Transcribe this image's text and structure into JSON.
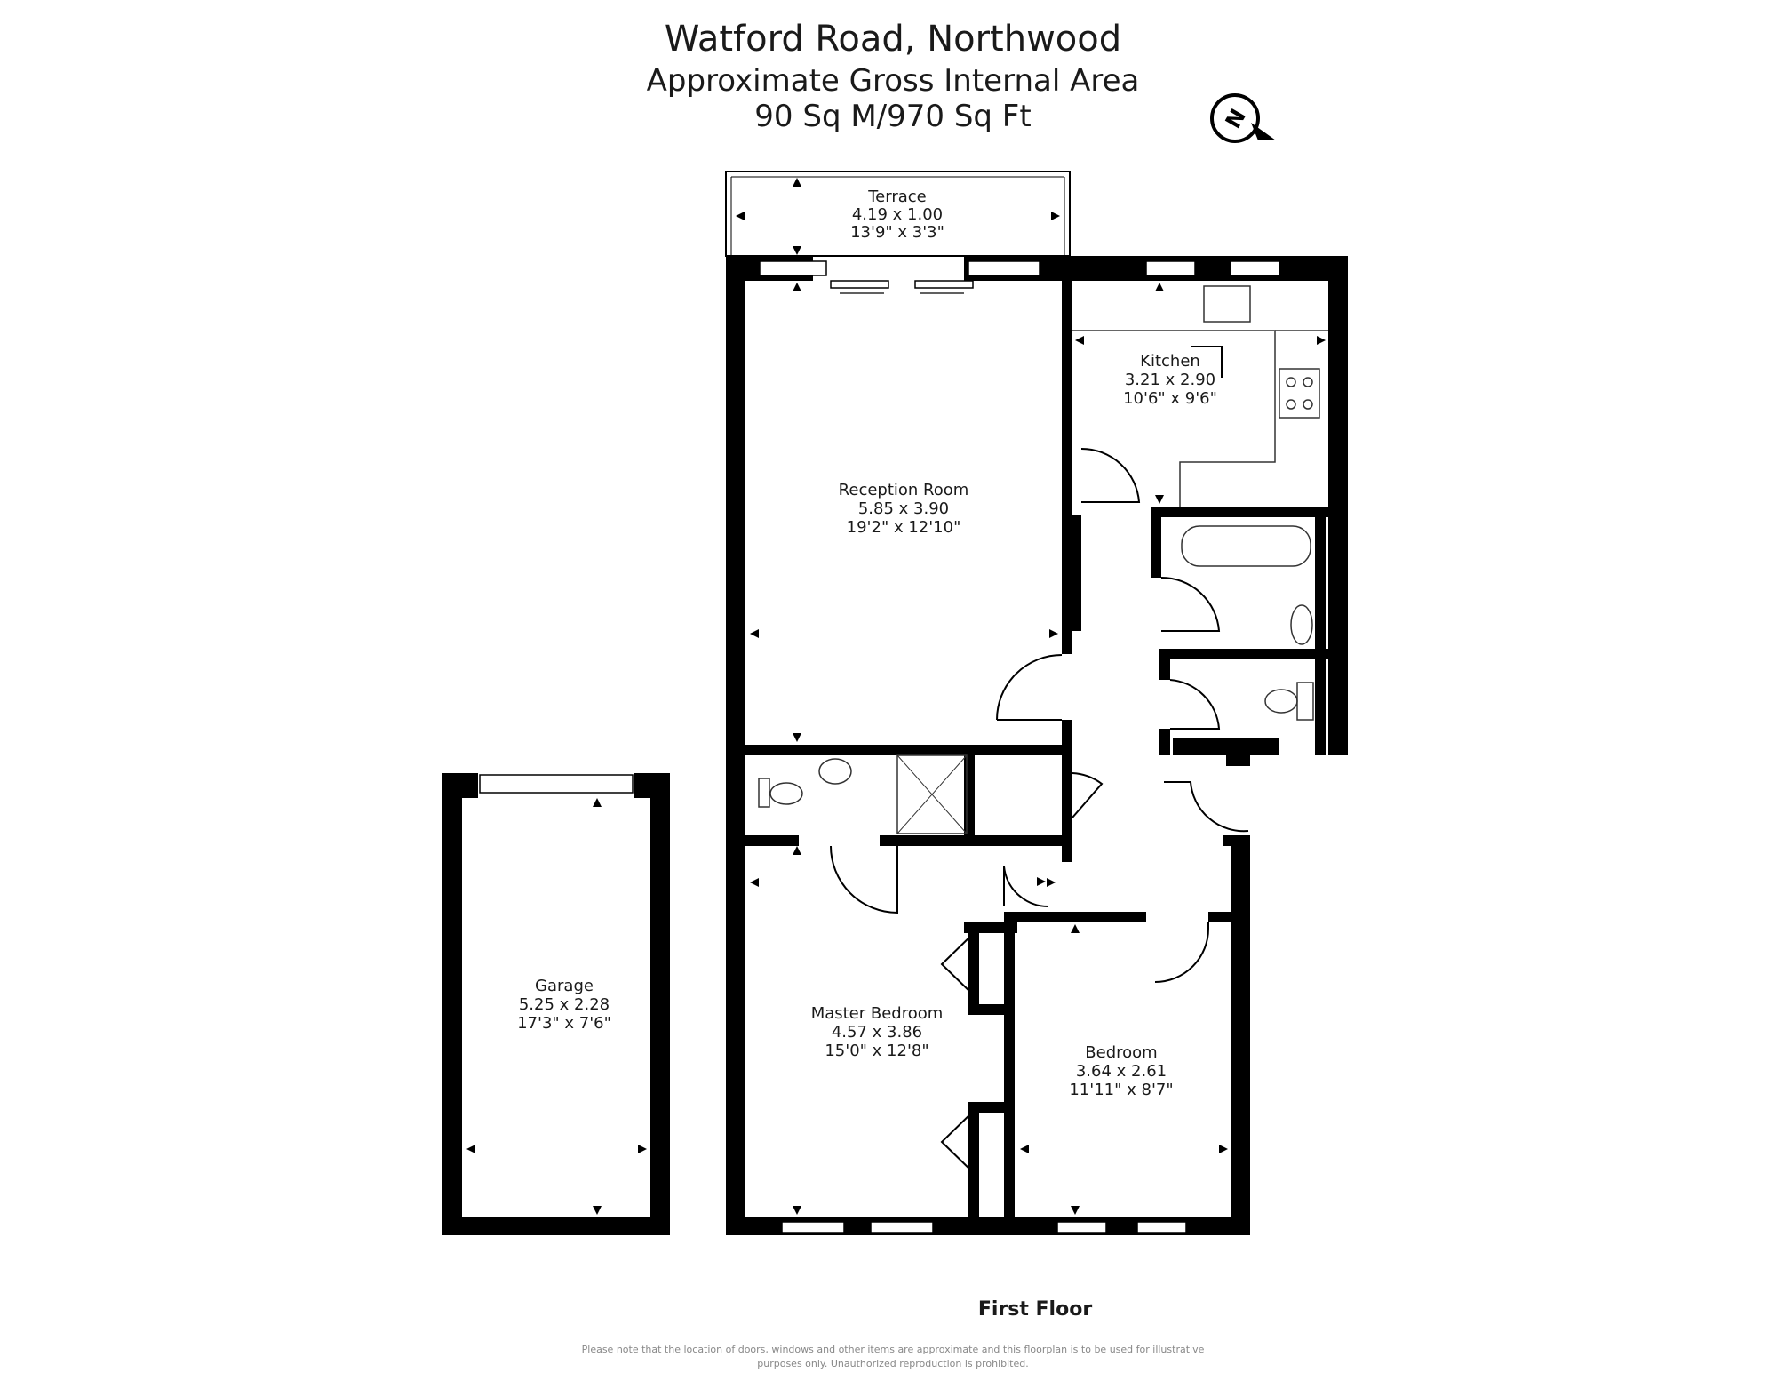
{
  "header": {
    "address": "Watford Road, Northwood",
    "area_title": "Approximate Gross Internal Area",
    "area_value": "90 Sq M/970 Sq Ft"
  },
  "compass": {
    "letter": "N",
    "icon": "compass-north-icon"
  },
  "rooms": {
    "terrace": {
      "name": "Terrace",
      "metric": "4.19 x 1.00",
      "imperial": "13'9\" x 3'3\""
    },
    "reception": {
      "name": "Reception Room",
      "metric": "5.85 x 3.90",
      "imperial": "19'2\" x 12'10\""
    },
    "kitchen": {
      "name": "Kitchen",
      "metric": "3.21 x 2.90",
      "imperial": "10'6\" x 9'6\""
    },
    "master": {
      "name": "Master Bedroom",
      "metric": "4.57 x 3.86",
      "imperial": "15'0\" x 12'8\""
    },
    "bedroom": {
      "name": "Bedroom",
      "metric": "3.64 x 2.61",
      "imperial": "11'11\" x 8'7\""
    },
    "garage": {
      "name": "Garage",
      "metric": "5.25 x 2.28",
      "imperial": "17'3\" x 7'6\""
    }
  },
  "floor_label": "First Floor",
  "disclaimer": {
    "line1": "Please note that the location of doors, windows and other items are approximate and this floorplan is to be used for illustrative",
    "line2": "purposes only. Unauthorized reproduction is prohibited."
  }
}
